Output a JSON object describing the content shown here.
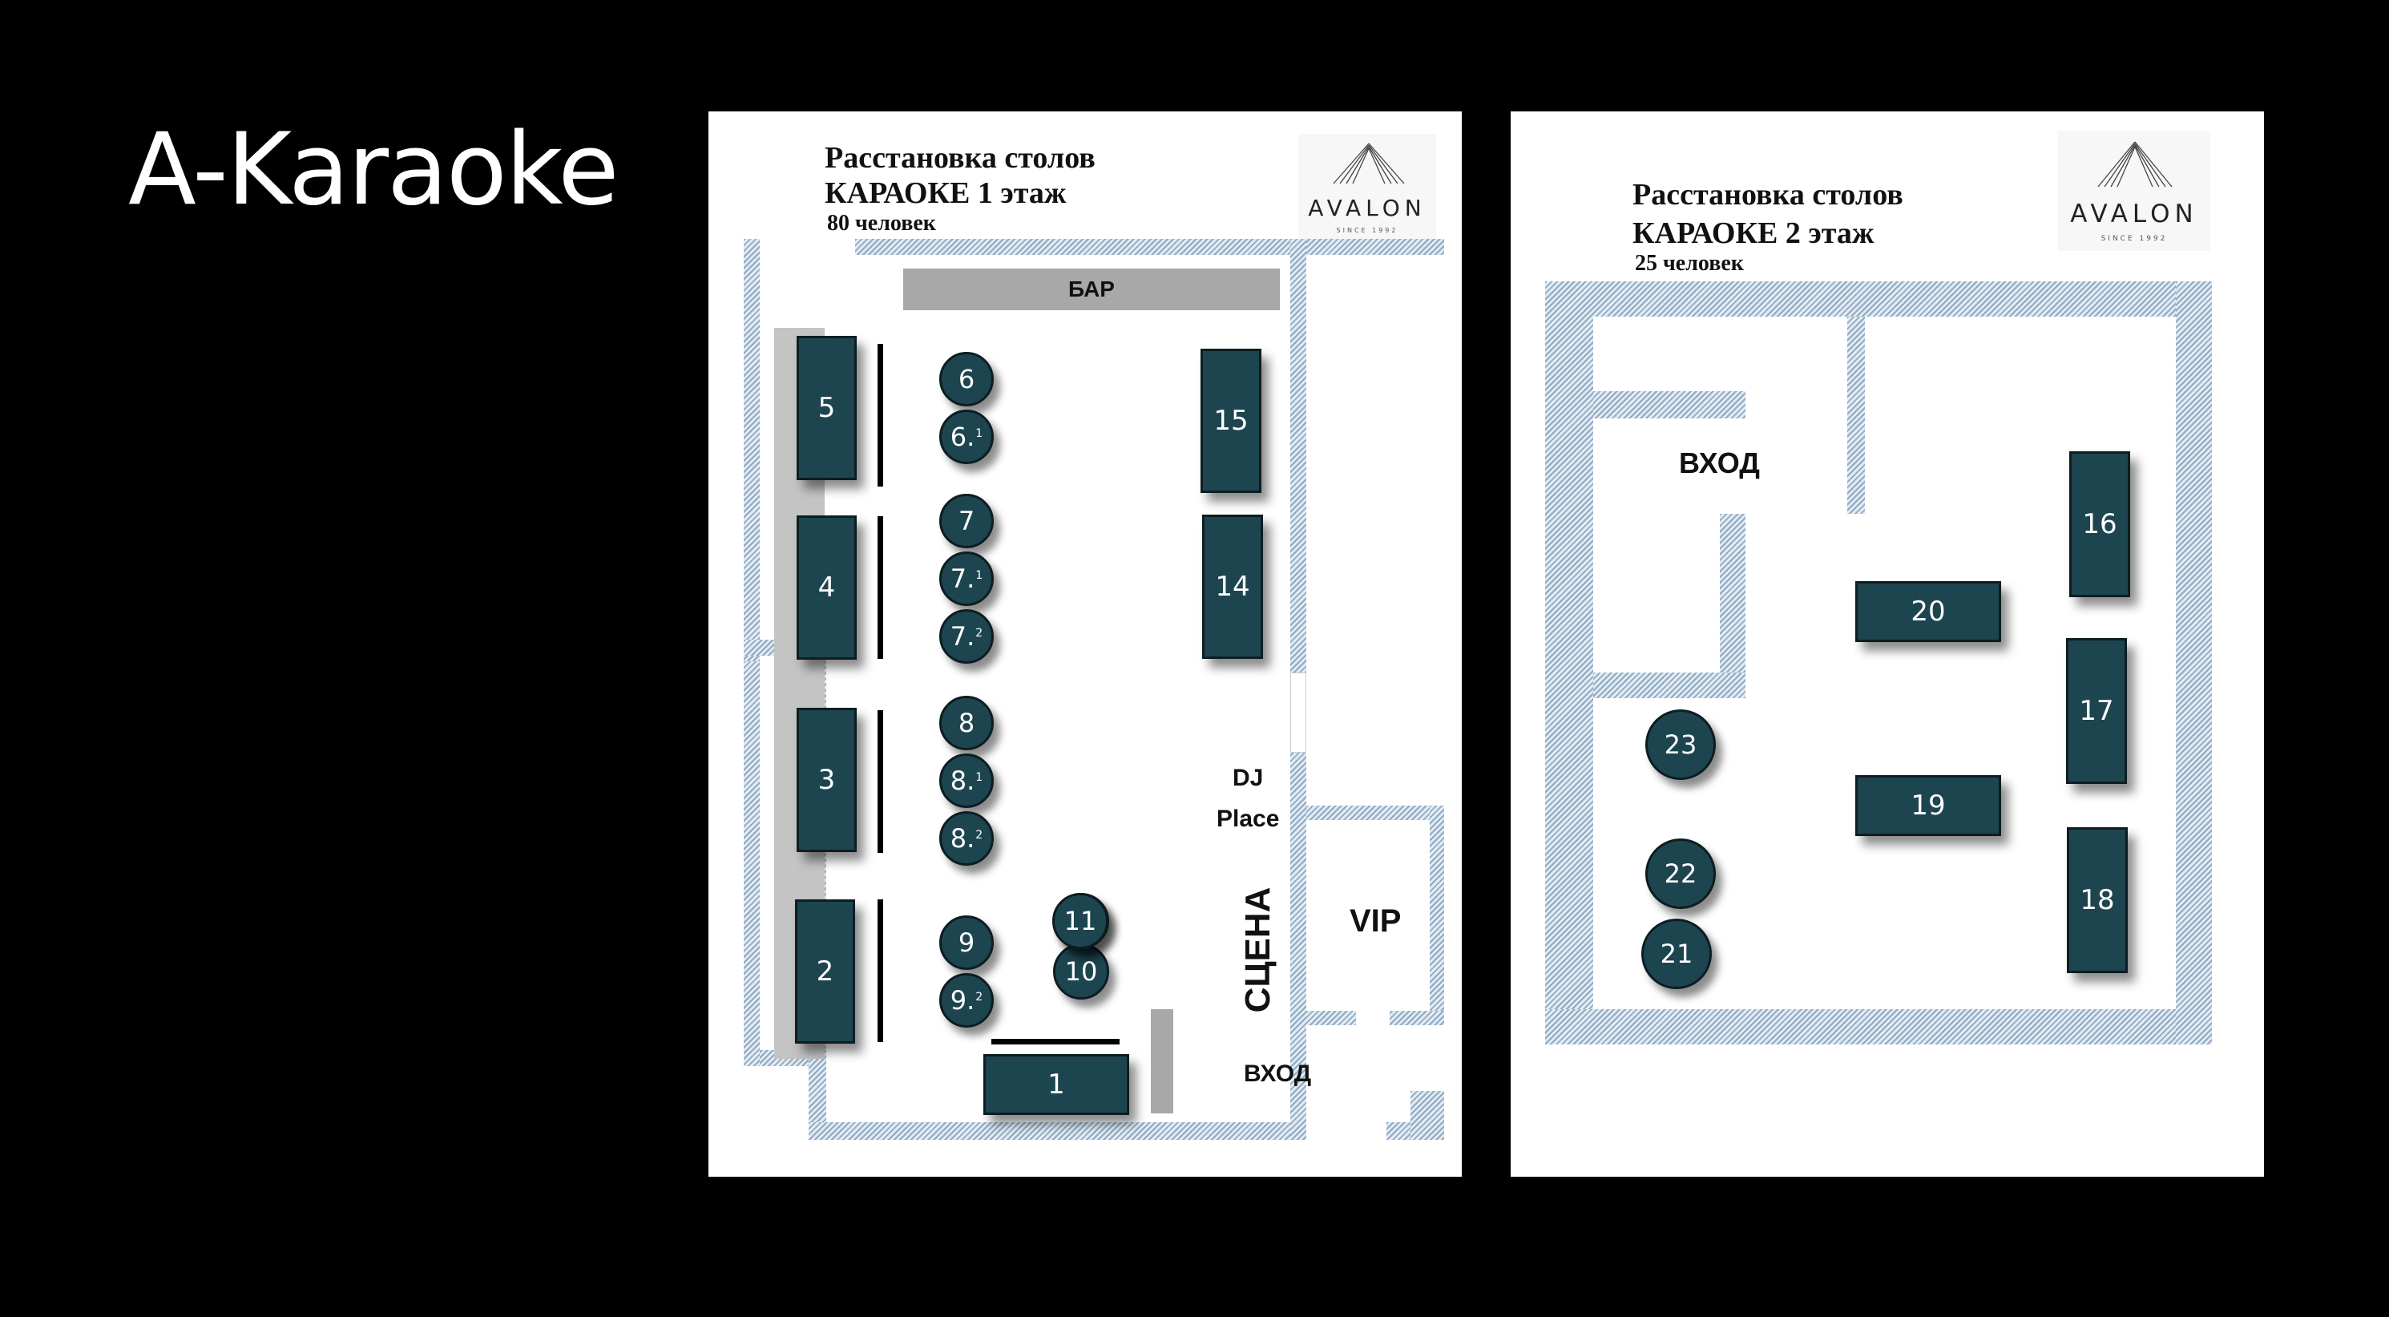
{
  "title": "A-Karaoke",
  "logo": {
    "text": "AVALON",
    "since": "SINCE 1992"
  },
  "floor1": {
    "heading_line1": "Расстановка столов",
    "heading_line2": "КАРАОКЕ  1 этаж",
    "capacity": "80 человек",
    "bar_label": "БАР",
    "dj_label_1": "DJ",
    "dj_label_2": "Place",
    "stage_label": "СЦЕНА",
    "vip_label": "VIP",
    "entrance_label": "ВХОД",
    "tables": {
      "t1": "1",
      "t2": "2",
      "t3": "3",
      "t4": "4",
      "t5": "5",
      "t6": "6",
      "t6_1": "6.",
      "t6_1_sup": "1",
      "t7": "7",
      "t7_1": "7.",
      "t7_1_sup": "1",
      "t7_2": "7.",
      "t7_2_sup": "2",
      "t8": "8",
      "t8_1": "8.",
      "t8_1_sup": "1",
      "t8_2": "8.",
      "t8_2_sup": "2",
      "t9": "9",
      "t9_2": "9.",
      "t9_2_sup": "2",
      "t10": "10",
      "t11": "11",
      "t14": "14",
      "t15": "15"
    }
  },
  "floor2": {
    "heading_line1": "Расстановка столов",
    "heading_line2": "КАРАОКЕ    2 этаж",
    "capacity": "25 человек",
    "entrance_label": "ВХОД",
    "tables": {
      "t16": "16",
      "t17": "17",
      "t18": "18",
      "t19": "19",
      "t20": "20",
      "t21": "21",
      "t22": "22",
      "t23": "23"
    }
  }
}
